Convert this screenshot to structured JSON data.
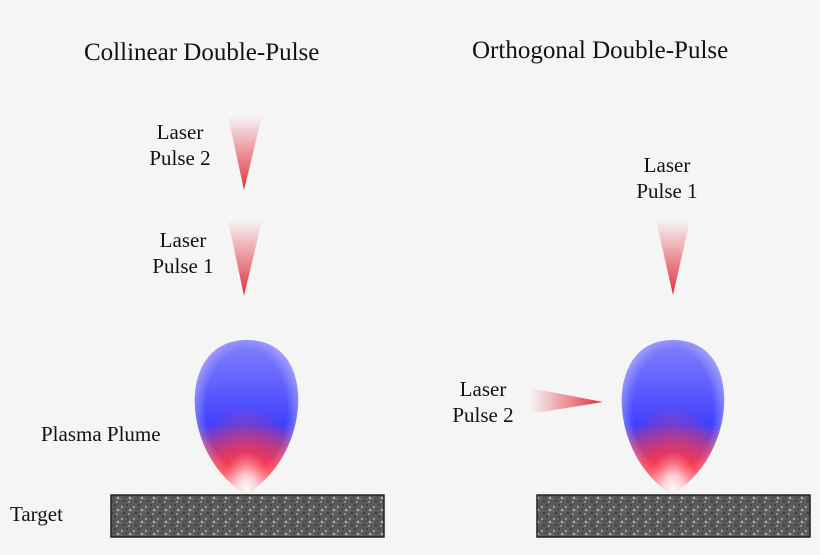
{
  "panels": {
    "collinear": {
      "title": "Collinear Double-Pulse",
      "pulse2": [
        "Laser",
        "Pulse 2"
      ],
      "pulse1": [
        "Laser",
        "Pulse 1"
      ],
      "plume_label": "Plasma Plume",
      "target_label": "Target"
    },
    "orthogonal": {
      "title": "Orthogonal Double-Pulse",
      "pulse1": [
        "Laser",
        "Pulse 1"
      ],
      "pulse2": [
        "Laser",
        "Pulse 2"
      ]
    }
  },
  "colors": {
    "background": "#f5f5f5",
    "laser": "#e0303a",
    "plume_top": "#4b4bff",
    "plume_bottom": "#ff2a3a",
    "target": "#555555"
  }
}
